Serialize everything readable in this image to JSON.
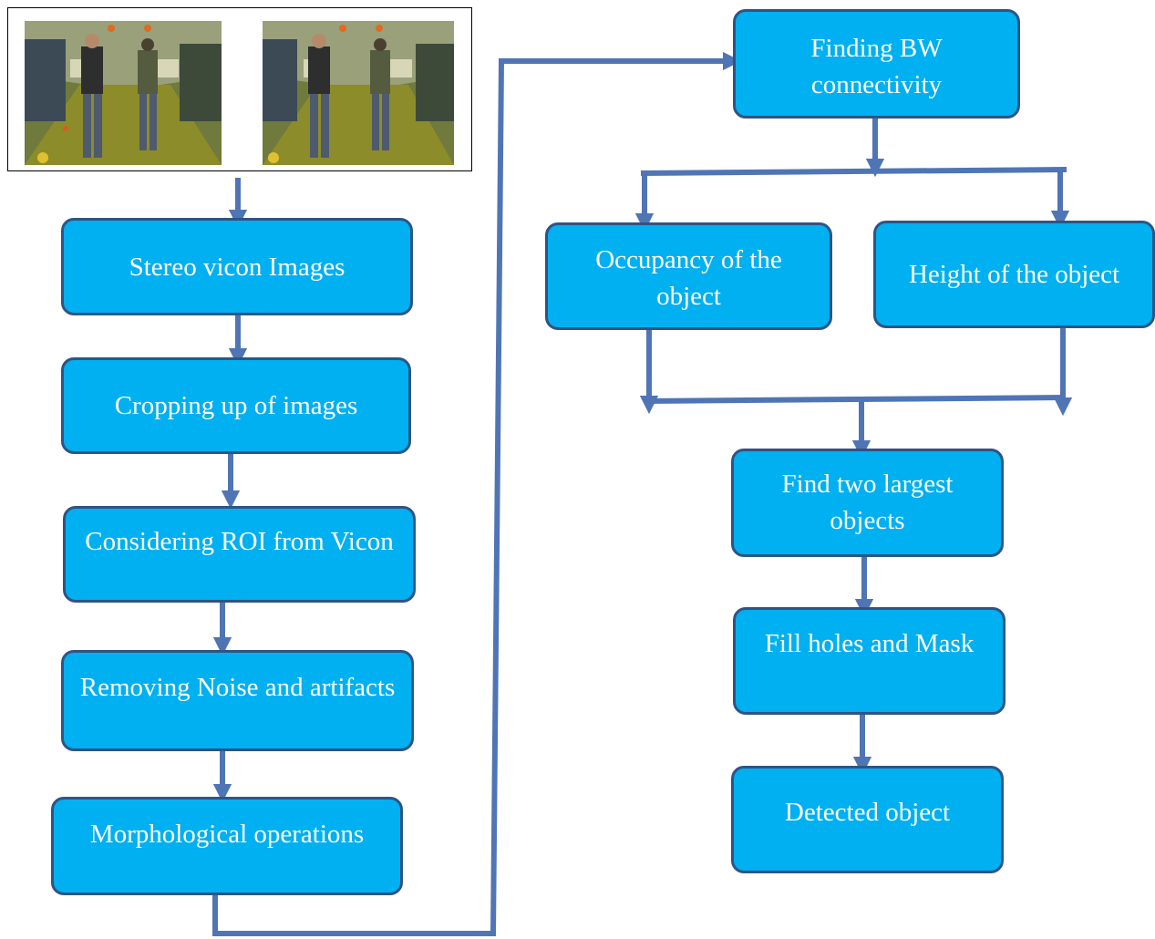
{
  "title": "",
  "steps": {
    "stereo": "Stereo vicon Images",
    "crop": "Cropping up of images",
    "roi": "Considering ROI from Vicon",
    "noise": "Removing Noise and artifacts",
    "morph": "Morphological operations",
    "bw": "Finding BW connectivity",
    "occupancy": "Occupancy of the object",
    "height": "Height of the object",
    "largest": "Find two largest objects",
    "fill": "Fill holes and Mask",
    "detected": "Detected object"
  },
  "colors": {
    "box_fill": "#00b0f0",
    "box_border": "#2f5484",
    "arrow": "#4f75b5",
    "text": "#ffffff"
  },
  "images": [
    "stereo-left-camera-image",
    "stereo-right-camera-image"
  ]
}
